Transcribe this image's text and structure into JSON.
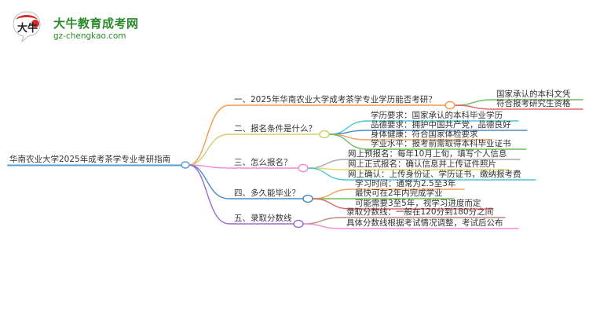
{
  "logo": {
    "mark_text": "大牛",
    "title": "大牛教育成考网",
    "url": "gz-chengkao.com",
    "color": "#2a8a2a"
  },
  "mindmap": {
    "root": {
      "label": "华南农业大学2025年成考茶学专业考研指南",
      "color": "#5b9bd5"
    },
    "branches": [
      {
        "label": "一、2025年华南农业大学成考茶学专业学历能否考研？",
        "color": "#f59a4a",
        "children": [
          {
            "label": "国家承认的本科文凭",
            "color": "#6cbf5a"
          },
          {
            "label": "符合报考研究生资格",
            "color": "#e06666"
          }
        ]
      },
      {
        "label": "二、报名条件是什么？",
        "color": "#cfd06a",
        "children": [
          {
            "label": "学历要求：国家承认的本科毕业学历",
            "color": "#4ec6d6"
          },
          {
            "label": "品德要求：拥护中国共产党，品德良好",
            "color": "#4a8ac9"
          },
          {
            "label": "身体健康：符合国家体检要求",
            "color": "#f5a05a"
          },
          {
            "label": "学业水平：报考前需取得本科毕业证书",
            "color": "#6cbf5a"
          }
        ]
      },
      {
        "label": "三、怎么报名？",
        "color": "#f08ad8",
        "children": [
          {
            "label": "网上预报名：每年10月上旬，填写个人信息",
            "color": "#aaaaaa"
          },
          {
            "label": "网上正式报名：确认信息并上传证件照片",
            "color": "#e0d870"
          },
          {
            "label": "网上确认：上传身份证、学历证书，缴纳报考费",
            "color": "#4ec6d6"
          }
        ]
      },
      {
        "label": "四、多久能毕业？",
        "color": "#4a8ac9",
        "children": [
          {
            "label": "学习时间：通常为2.5至3年",
            "color": "#f5a05a"
          },
          {
            "label": "最快可在2年内完成学业",
            "color": "#6cbf5a"
          },
          {
            "label": "可能需要3至5年，视学习进度而定",
            "color": "#e06666"
          }
        ]
      },
      {
        "label": "五、录取分数线",
        "color": "#9b6bd0",
        "children": [
          {
            "label": "录取分数线：一般在120分到180分之间",
            "color": "#b58a80"
          },
          {
            "label": "具体分数线根据考试情况调整，考试后公布",
            "color": "#f08ad8"
          }
        ]
      }
    ]
  }
}
